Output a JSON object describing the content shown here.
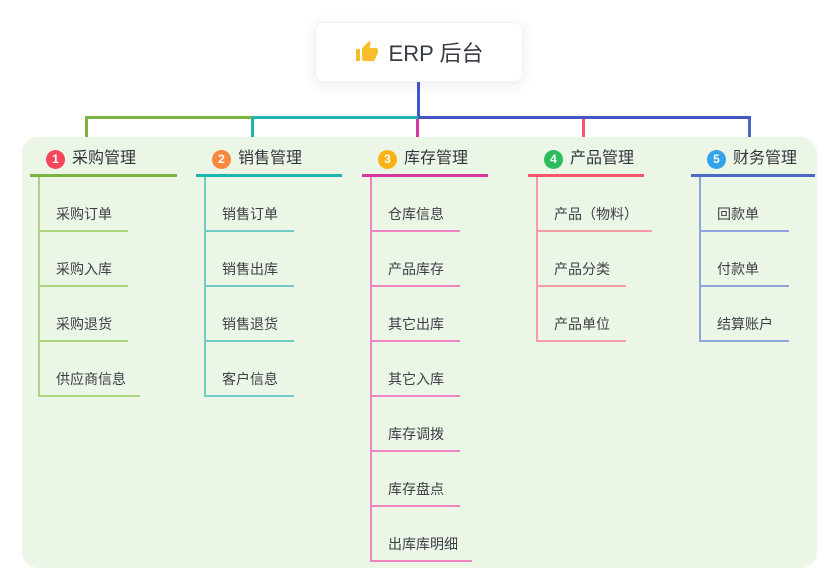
{
  "root": {
    "title": "ERP 后台",
    "icon": "thumbs-up-icon"
  },
  "colors": {
    "root_line": "#4456c7",
    "canvas_bg": "#ecf6e7",
    "card_bg": "#ffffff",
    "title_text": "#363b45",
    "thumb_icon": "#f9bd2b"
  },
  "branches": [
    {
      "index": "1",
      "label": "采购管理",
      "badge_color": "#f4475c",
      "line_color": "#7cb342",
      "child_line_color": "#abd47c",
      "children": [
        "采购订单",
        "采购入库",
        "采购退货",
        "供应商信息"
      ]
    },
    {
      "index": "2",
      "label": "销售管理",
      "badge_color": "#f7883e",
      "line_color": "#1db5b0",
      "child_line_color": "#6fccc6",
      "children": [
        "销售订单",
        "销售出库",
        "销售退货",
        "客户信息"
      ]
    },
    {
      "index": "3",
      "label": "库存管理",
      "badge_color": "#fcb115",
      "line_color": "#d5379f",
      "child_line_color": "#ee85c2",
      "children": [
        "仓库信息",
        "产品库存",
        "其它出库",
        "其它入库",
        "库存调拨",
        "库存盘点",
        "出库库明细"
      ]
    },
    {
      "index": "4",
      "label": "产品管理",
      "badge_color": "#2dbd5e",
      "line_color": "#f4566b",
      "child_line_color": "#f79ba5",
      "children": [
        "产品（物料）",
        "产品分类",
        "产品单位"
      ]
    },
    {
      "index": "5",
      "label": "财务管理",
      "badge_color": "#32a4ea",
      "line_color": "#4a69c4",
      "child_line_color": "#8ea6db",
      "children": [
        "回款单",
        "付款单",
        "结算账户"
      ]
    }
  ]
}
